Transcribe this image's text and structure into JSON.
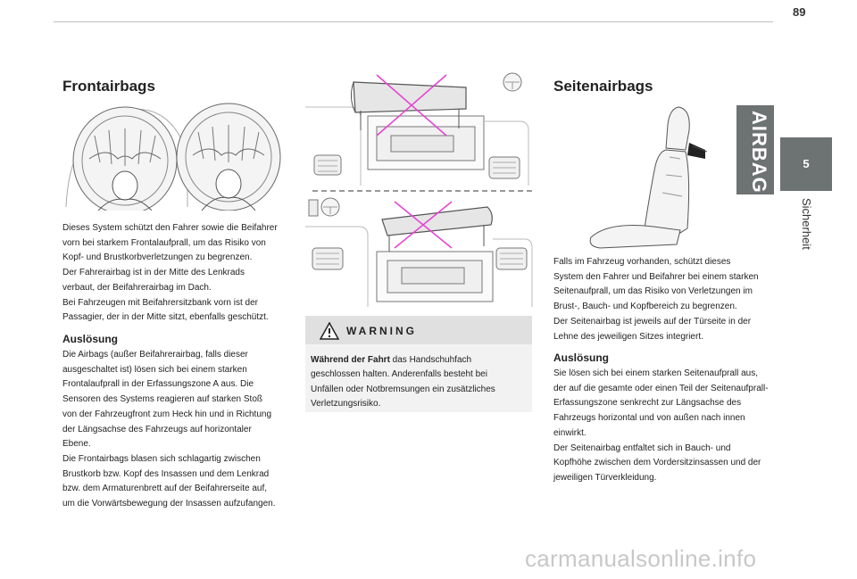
{
  "page": {
    "number": "89",
    "chapter_number": "5",
    "chapter_title": "Sicherheit"
  },
  "col1": {
    "title": "Frontairbags",
    "paragraph": [
      "Dieses System schützt den Fahrer sowie die Beifahrer",
      "vorn bei starkem Frontalaufprall, um das Risiko von",
      "Kopf- und Brustkorbverletzungen zu begrenzen.",
      "Der Fahrerairbag ist in der Mitte des Lenkrads",
      "verbaut, der Beifahrerairbag im Dach.",
      "Bei Fahrzeugen mit Beifahrersitzbank vorn ist der",
      "Passagier, der in der Mitte sitzt, ebenfalls geschützt."
    ],
    "subtitle": "Auslösung",
    "trigger_lines": [
      "Die Airbags (außer Beifahrerairbag, falls dieser",
      "ausgeschaltet ist) lösen sich bei einem starken",
      "Frontalaufprall in der Erfassungszone A aus. Die",
      "Sensoren des Systems reagieren auf starken Stoß",
      "von der Fahrzeugfront zum Heck hin und in Richtung",
      "der Längsachse des Fahrzeugs auf horizontaler",
      "Ebene.",
      "Die Frontairbags blasen sich schlagartig zwischen",
      "Brustkorb bzw. Kopf des Insassen und dem Lenkrad",
      "bzw. dem Armaturenbrett auf der Beifahrerseite auf,",
      "um die Vorwärtsbewegung der Insassen aufzufangen."
    ]
  },
  "col2": {
    "warning": {
      "title": "WARNING",
      "bold": "Während der Fahrt",
      "lines": [
        " das Handschuhfach",
        "geschlossen halten. Anderenfalls besteht bei",
        "Unfällen oder Notbremsungen ein zusätzliches",
        "Verletzungsrisiko."
      ]
    }
  },
  "col3": {
    "title": "Seitenairbags",
    "airbag_label": "AIRBAG",
    "paragraph": [
      "Falls im Fahrzeug vorhanden, schützt dieses",
      "System den Fahrer und Beifahrer bei einem starken",
      "Seitenaufprall, um das Risiko von Verletzungen im",
      "Brust-, Bauch- und Kopfbereich zu begrenzen.",
      "Der Seitenairbag ist jeweils auf der Türseite in der",
      "Lehne des jeweiligen Sitzes integriert."
    ],
    "subtitle": "Auslösung",
    "trigger_lines": [
      "Sie lösen sich bei einem starken Seitenaufprall aus,",
      "der auf die gesamte oder einen Teil der Seitenaufprall-",
      "Erfassungszone senkrecht zur Längsachse des",
      "Fahrzeugs horizontal und von außen nach innen",
      "einwirkt.",
      "Der Seitenairbag entfaltet sich in Bauch- und",
      "Kopfhöhe zwischen dem Vordersitzinsassen und der",
      "jeweiligen Türverkleidung."
    ]
  },
  "watermark": "carmanualsonline.info",
  "colors": {
    "tab": "#6d7272",
    "cross": "#e83fd4",
    "warn_bg": "#f2f2f2",
    "warn_head": "#e0e0e0"
  }
}
